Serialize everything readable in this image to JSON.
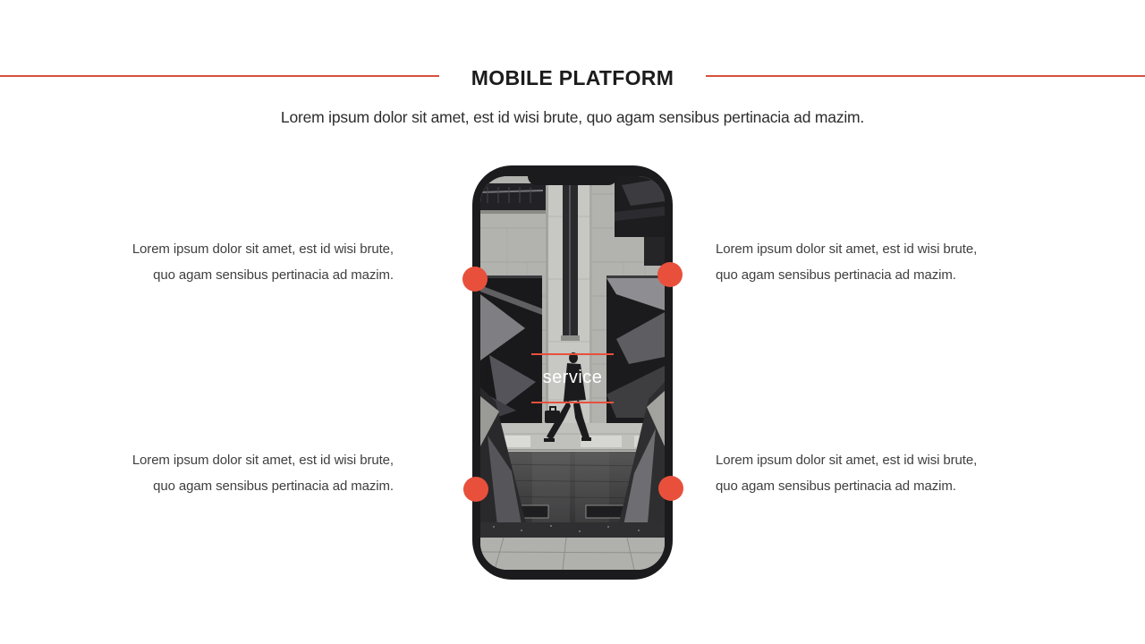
{
  "slide": {
    "title": "MOBILE PLATFORM",
    "subtitle": "Lorem ipsum dolor sit amet, est id wisi brute, quo agam sensibus pertinacia ad mazim."
  },
  "blocks": {
    "top_left": "Lorem ipsum dolor sit amet, est id wisi brute, quo agam sensibus pertinacia ad mazim.",
    "top_right": "Lorem ipsum dolor sit amet, est id wisi brute, quo agam sensibus pertinacia ad mazim.",
    "bottom_left": "Lorem ipsum dolor sit amet, est id wisi brute, quo agam sensibus pertinacia ad mazim.",
    "bottom_right": "Lorem ipsum dolor sit amet, est id wisi brute, quo agam sensibus pertinacia ad mazim."
  },
  "phone": {
    "overlay_label": "service"
  },
  "colors": {
    "accent": "#e8503c",
    "rule": "#d6503c"
  }
}
